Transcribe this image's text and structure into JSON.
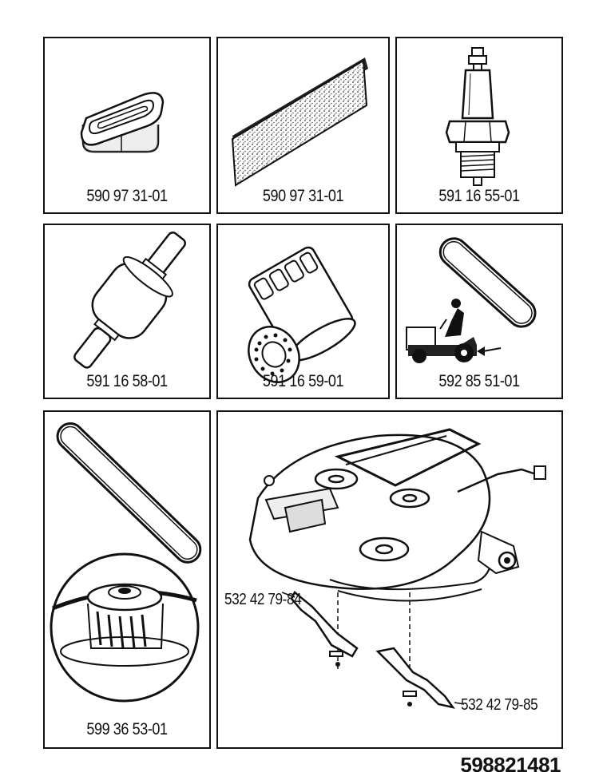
{
  "panels": [
    {
      "part_number": "590 97 31-01"
    },
    {
      "part_number": "590 97 31-01"
    },
    {
      "part_number": "591 16 55-01"
    },
    {
      "part_number": "591 16 58-01"
    },
    {
      "part_number": "591 16 59-01"
    },
    {
      "part_number": "592 85 51-01"
    },
    {
      "part_number": "599 36 53-01"
    }
  ],
  "deck": {
    "blade_left": "532 42 79-84",
    "blade_right": "532 42 79-85"
  },
  "doc_id": "598821481",
  "icons": [
    "air-filter-icon",
    "pre-filter-icon",
    "spark-plug-icon",
    "fuel-filter-icon",
    "oil-filter-icon",
    "drive-belt-icon",
    "mower-deck-belt-icon",
    "mower-deck-icon"
  ]
}
